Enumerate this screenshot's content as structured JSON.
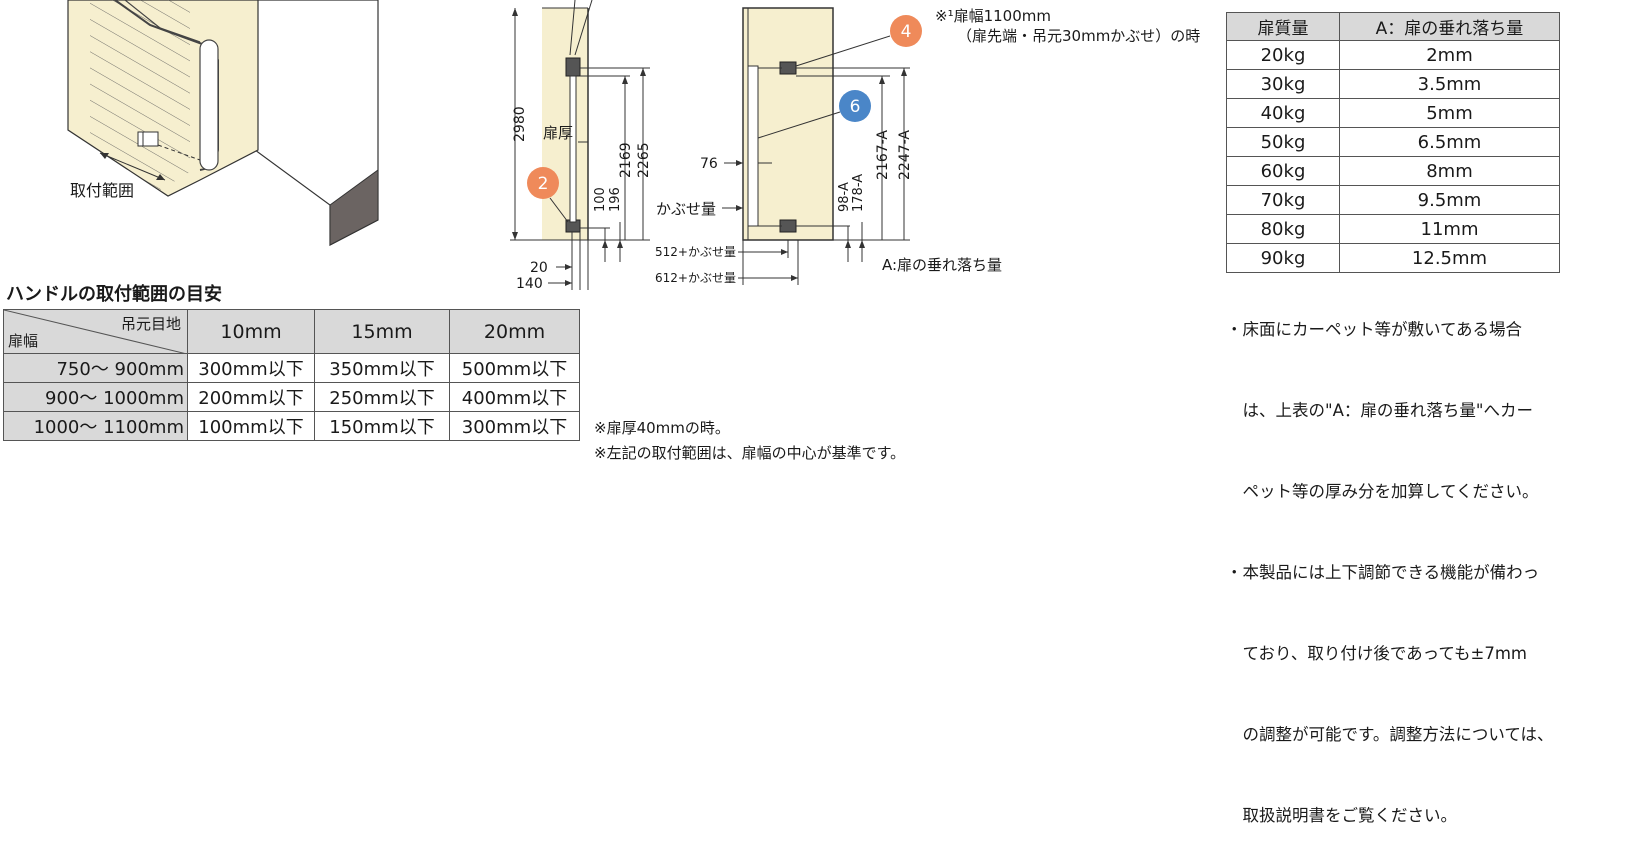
{
  "illustration": {
    "range_label": "取付範囲"
  },
  "side_view": {
    "dim_2980": "2980",
    "thickness_label": "扉厚",
    "dim_2169": "2169",
    "dim_2265": "2265",
    "dim_100": "100",
    "dim_196": "196",
    "dim_20": "20",
    "dim_140": "140",
    "marker_2": "2"
  },
  "front_view": {
    "marker_4": "4",
    "marker_6": "6",
    "dim_76": "76",
    "overlay_label": "かぶせ量",
    "dim_512": "512+かぶせ量",
    "dim_612": "612+かぶせ量",
    "dim_98a": "98-A",
    "dim_178a": "178-A",
    "dim_2167a": "2167-A",
    "dim_2247a": "2247-A",
    "sag_label": "A:扉の垂れ落ち量"
  },
  "footnote_width": {
    "line1": "※¹扉幅1100mm",
    "line2": "（扉先端・吊元30mmかぶせ）の時"
  },
  "sag_table": {
    "headers": [
      "扉質量",
      "A：扉の垂れ落ち量"
    ],
    "rows": [
      [
        "20kg",
        "2mm"
      ],
      [
        "30kg",
        "3.5mm"
      ],
      [
        "40kg",
        "5mm"
      ],
      [
        "50kg",
        "6.5mm"
      ],
      [
        "60kg",
        "8mm"
      ],
      [
        "70kg",
        "9.5mm"
      ],
      [
        "80kg",
        "11mm"
      ],
      [
        "90kg",
        "12.5mm"
      ]
    ]
  },
  "notes": [
    "・床面にカーペット等が敷いてある場合",
    "　は、上表の\"A：扉の垂れ落ち量\"へカー",
    "　ペット等の厚み分を加算してください。",
    "・本製品には上下調節できる機能が備わっ",
    "　ており、取り付け後であっても±7mm",
    "　の調整が可能です。調整方法については、",
    "　取扱説明書をご覧ください。"
  ],
  "handle_section": {
    "title": "ハンドルの取付範囲の目安",
    "corner_top": "吊元目地",
    "corner_bottom": "扉幅",
    "columns": [
      "10mm",
      "15mm",
      "20mm"
    ],
    "rows": [
      {
        "width": "750〜 900mm",
        "values": [
          "300mm以下",
          "350mm以下",
          "500mm以下"
        ]
      },
      {
        "width": "900〜 1000mm",
        "values": [
          "200mm以下",
          "250mm以下",
          "400mm以下"
        ]
      },
      {
        "width": "1000〜 1100mm",
        "values": [
          "100mm以下",
          "150mm以下",
          "300mm以下"
        ]
      }
    ],
    "note1": "※扉厚40mmの時。",
    "note2": "※左記の取付範囲は、扉幅の中心が基準です。"
  },
  "colors": {
    "panel": "#f6efcf",
    "marker_orange": "#ef8a5a",
    "marker_blue": "#4a86c8",
    "header_gray": "#d9d9d9"
  }
}
